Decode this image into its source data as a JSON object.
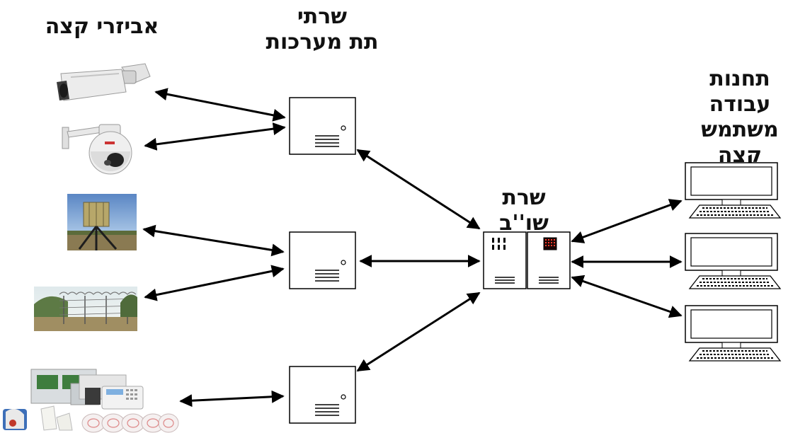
{
  "labels": {
    "edge_devices": "אביזרי קצה",
    "subsystem_servers": [
      "שרתי",
      "תת מערכות"
    ],
    "central_server": [
      "שרת",
      "שו''ב"
    ],
    "workstations": [
      "תחנות",
      "עבודה",
      "משתמש",
      "קצה"
    ]
  },
  "nodes": {
    "devices": [
      "bullet-camera",
      "ptz-dome-camera",
      "radar-sensor",
      "perimeter-fence",
      "alarm-control-panel"
    ],
    "subsystem_server_count": 3,
    "workstation_count": 3
  },
  "connections": [
    {
      "from": "bullet-camera",
      "to": "subsystem-server-1",
      "bidirectional": true
    },
    {
      "from": "ptz-dome-camera",
      "to": "subsystem-server-1",
      "bidirectional": true
    },
    {
      "from": "radar-sensor",
      "to": "subsystem-server-2",
      "bidirectional": true
    },
    {
      "from": "perimeter-fence",
      "to": "subsystem-server-2",
      "bidirectional": true
    },
    {
      "from": "alarm-control-panel",
      "to": "subsystem-server-3",
      "bidirectional": true
    },
    {
      "from": "subsystem-server-1",
      "to": "central-server",
      "bidirectional": true
    },
    {
      "from": "subsystem-server-2",
      "to": "central-server",
      "bidirectional": true
    },
    {
      "from": "subsystem-server-3",
      "to": "central-server",
      "bidirectional": true
    },
    {
      "from": "central-server",
      "to": "workstation-1",
      "bidirectional": true
    },
    {
      "from": "central-server",
      "to": "workstation-2",
      "bidirectional": true
    },
    {
      "from": "central-server",
      "to": "workstation-3",
      "bidirectional": true
    }
  ]
}
